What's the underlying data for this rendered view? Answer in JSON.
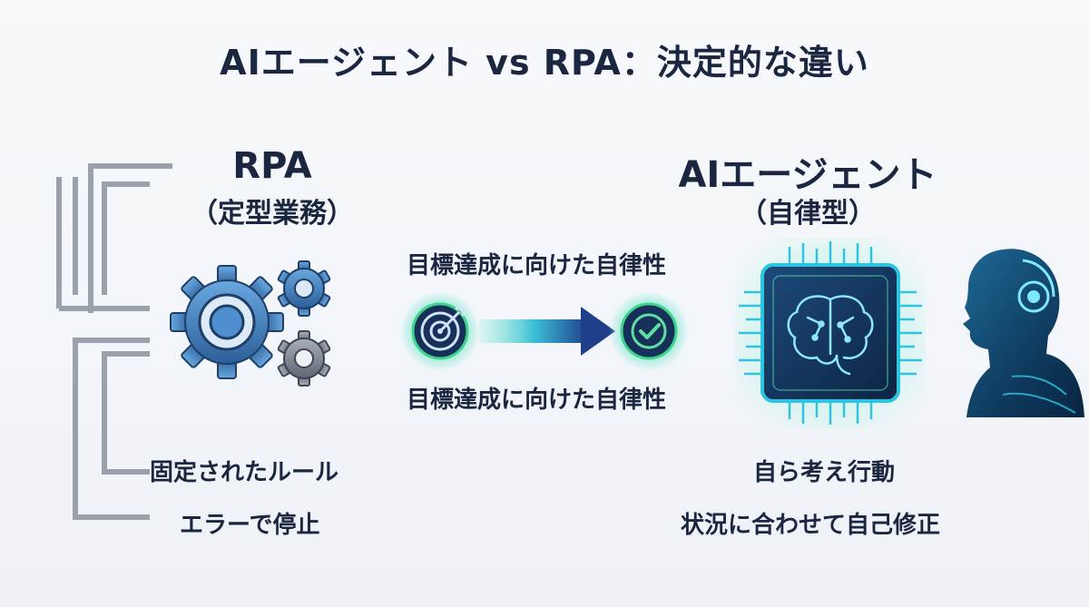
{
  "title": "AIエージェント vs RPA：決定的な違い",
  "rpa": {
    "heading": "RPA",
    "subheading": "（定型業務）",
    "features": [
      "固定されたルール",
      "エラーで停止"
    ]
  },
  "center": {
    "label_top": "目標達成に向けた自律性",
    "label_bottom": "目標達成に向けた自律性"
  },
  "ai": {
    "heading": "AIエージェント",
    "subheading": "（自律型）",
    "features": [
      "自ら考え行動",
      "状況に合わせて自己修正"
    ]
  },
  "colors": {
    "text": "#1b2640",
    "gear_blue": "#3d7fc1",
    "gear_gray": "#7e8692",
    "accent_green": "#3fd48a",
    "accent_cyan": "#2ec4e0",
    "navy": "#14284a"
  },
  "icons": [
    "gear-icon",
    "target-icon",
    "arrow-right-icon",
    "check-icon",
    "chip-icon",
    "brain-icon",
    "robot-head-icon"
  ]
}
